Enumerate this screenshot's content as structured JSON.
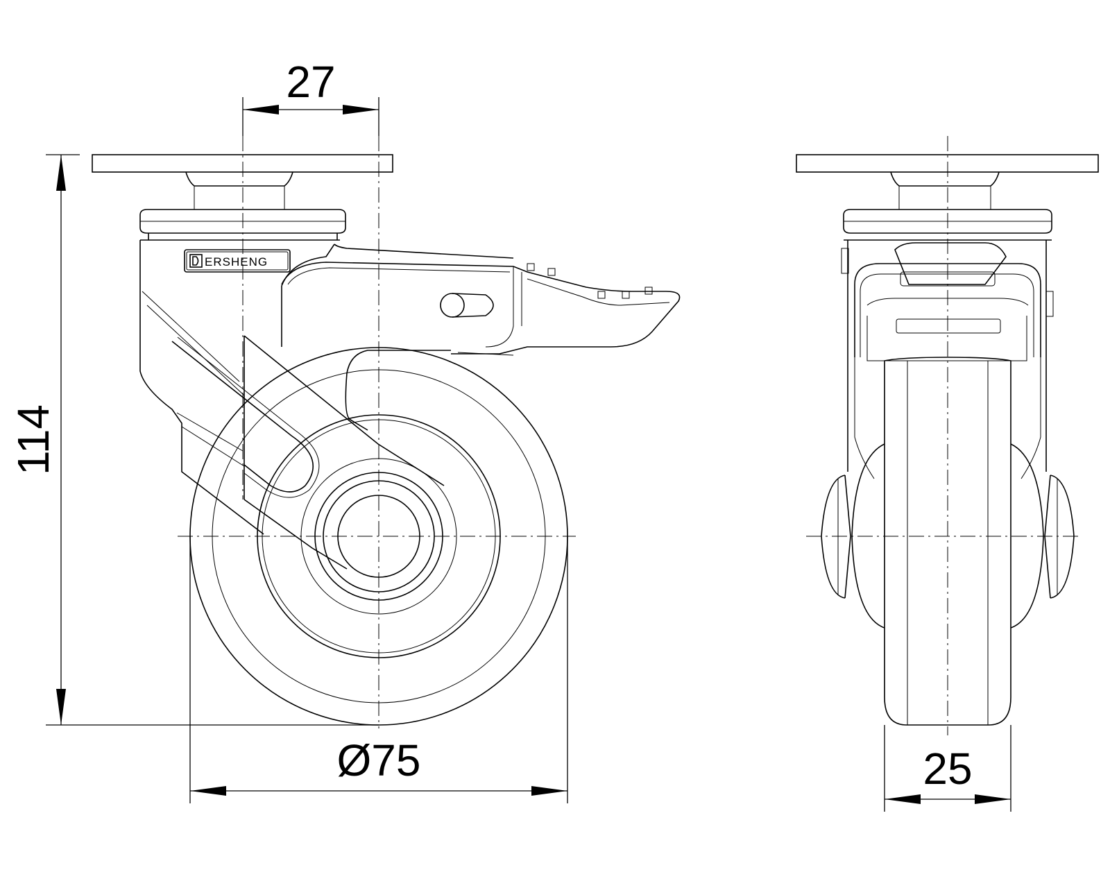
{
  "drawing": {
    "brand": "ERSHENG",
    "brand_icon": "letter-d-logo-icon",
    "dimensions": {
      "offset": "27",
      "height": "114",
      "wheel_diameter": "Ø75",
      "wheel_width": "25"
    }
  }
}
